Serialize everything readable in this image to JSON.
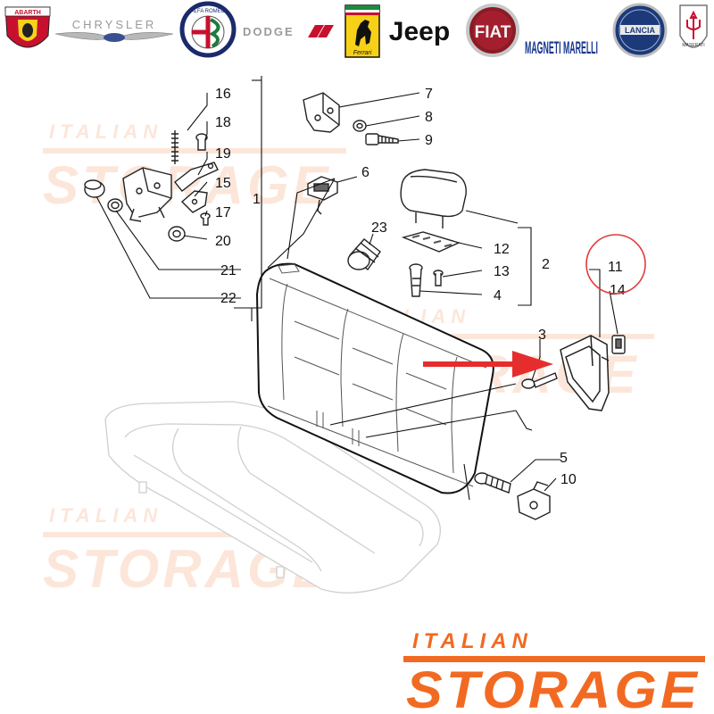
{
  "brands": [
    {
      "name": "ABARTH",
      "icon": "abarth-scorpion-logo-icon"
    },
    {
      "name": "CHRYSLER",
      "icon": "chrysler-wings-logo-icon"
    },
    {
      "name": "ALFA ROMEO",
      "icon": "alfa-romeo-logo-icon"
    },
    {
      "name": "DODGE",
      "icon": "dodge-logo-icon"
    },
    {
      "name": "Ferrari",
      "icon": "ferrari-horse-logo-icon"
    },
    {
      "name": "Jeep",
      "icon": "jeep-logo-icon"
    },
    {
      "name": "FIAT",
      "icon": "fiat-logo-icon"
    },
    {
      "name": "MAGNETI MARELLI",
      "icon": "magneti-marelli-logo-icon"
    },
    {
      "name": "LANCIA",
      "icon": "lancia-logo-icon"
    },
    {
      "name": "MASERATI",
      "icon": "maserati-trident-logo-icon"
    }
  ],
  "watermark": {
    "line1": "ITALIAN",
    "line2": "STORAGE",
    "color": "#f6a77c"
  },
  "footer_logo": {
    "line1": "ITALIAN",
    "line2": "STORAGE",
    "color": "#f26a21"
  },
  "highlight": {
    "part": "11",
    "circle_color": "#e23a3a",
    "arrow_color": "#e52d2d"
  },
  "parts": {
    "p1": "1",
    "p2": "2",
    "p3": "3",
    "p4": "4",
    "p5": "5",
    "p6": "6",
    "p7": "7",
    "p8": "8",
    "p9": "9",
    "p10": "10",
    "p11": "11",
    "p12": "12",
    "p13": "13",
    "p14": "14",
    "p15": "15",
    "p16": "16",
    "p17": "17",
    "p18": "18",
    "p19": "19",
    "p20": "20",
    "p21": "21",
    "p22": "22",
    "p23": "23"
  }
}
